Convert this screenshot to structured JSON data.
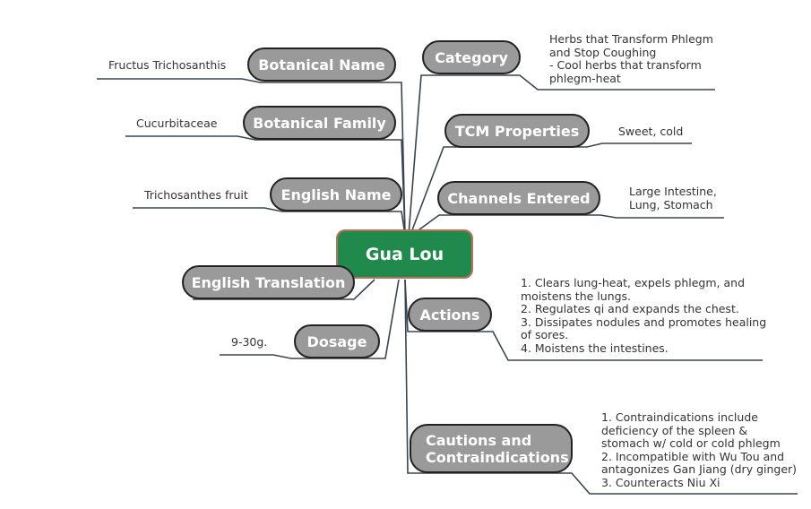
{
  "center": {
    "label": "Gua Lou"
  },
  "branches": {
    "botanical_name": {
      "label": "Botanical Name",
      "value": "Fructus Trichosanthis"
    },
    "botanical_family": {
      "label": "Botanical Family",
      "value": "Cucurbitaceae"
    },
    "english_name": {
      "label": "English Name",
      "value": "Trichosanthes fruit"
    },
    "english_translation": {
      "label": "English Translation"
    },
    "dosage": {
      "label": "Dosage",
      "value": "9-30g."
    },
    "category": {
      "label": "Category",
      "lines": [
        "Herbs that Transform Phlegm",
        "and Stop Coughing",
        "- Cool herbs that transform",
        "phlegm-heat"
      ]
    },
    "tcm_properties": {
      "label": "TCM Properties",
      "value": "Sweet, cold"
    },
    "channels_entered": {
      "label": "Channels Entered",
      "lines": [
        "Large Intestine,",
        "Lung, Stomach"
      ]
    },
    "actions": {
      "label": "Actions",
      "lines": [
        "1. Clears lung-heat, expels phlegm, and",
        "moistens the lungs.",
        "2. Regulates qi and expands the chest.",
        "3. Dissipates nodules and promotes healing",
        "of sores.",
        "4. Moistens the intestines."
      ]
    },
    "cautions": {
      "label_lines": [
        "Cautions and",
        "Contraindications"
      ],
      "lines": [
        "1. Contraindications include",
        "deficiency of the spleen &",
        "stomach w/ cold or cold phlegm",
        "2. Incompatible with Wu Tou and",
        "antagonizes Gan Jiang (dry ginger)",
        "3. Counteracts Niu Xi"
      ]
    }
  },
  "colors": {
    "node_fill": "#9a9a9a",
    "center_fill": "#1f8a4c",
    "center_border": "#c0705a",
    "line": "#3a4450"
  }
}
